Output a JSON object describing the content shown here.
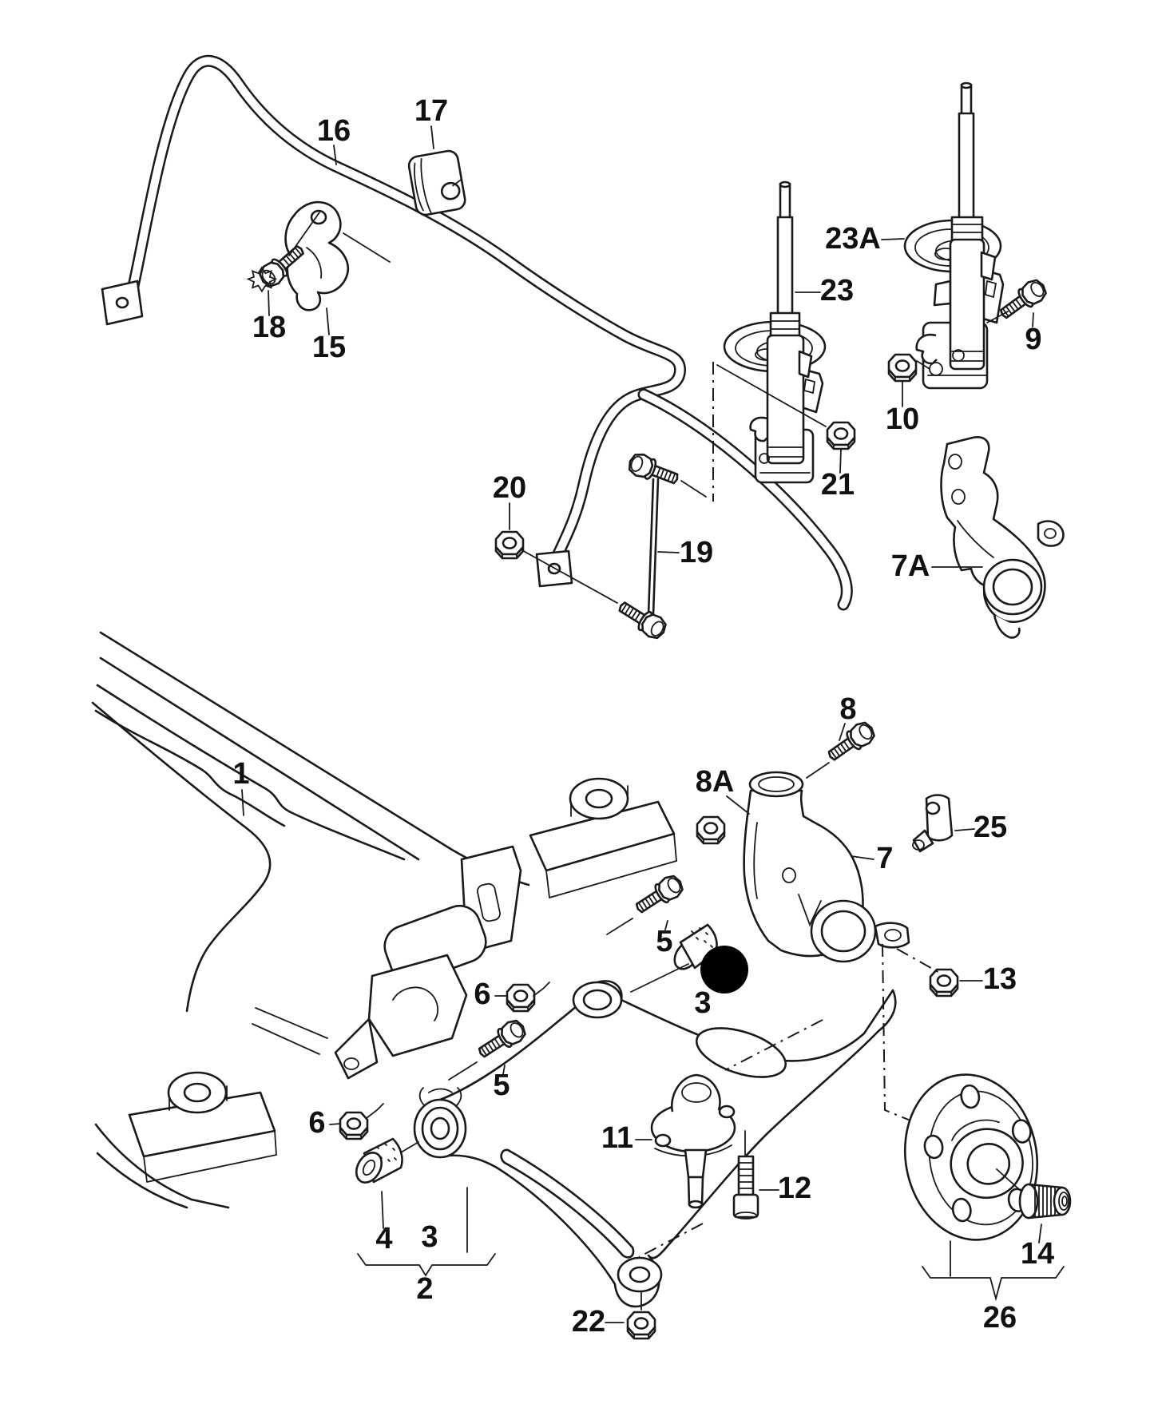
{
  "diagram": {
    "kind": "exploded-parts-line-drawing",
    "subject": "front suspension: anti-roll bar, struts, wheel bearing housing, subframe, control arm, wheel hub",
    "background_color": "#ffffff",
    "line_color": "#1a1a1a",
    "highlight_marker": {
      "marks_part": "3",
      "shape": "filled-circle",
      "color": "#000000"
    }
  },
  "callouts": {
    "c1": {
      "text": "1"
    },
    "c2": {
      "text": "2"
    },
    "c3a": {
      "text": "3"
    },
    "c3b": {
      "text": "3"
    },
    "c4": {
      "text": "4"
    },
    "c5a": {
      "text": "5"
    },
    "c5b": {
      "text": "5"
    },
    "c6a": {
      "text": "6"
    },
    "c6b": {
      "text": "6"
    },
    "c7": {
      "text": "7"
    },
    "c7A": {
      "text": "7A"
    },
    "c8": {
      "text": "8"
    },
    "c8A": {
      "text": "8A"
    },
    "c9": {
      "text": "9"
    },
    "c10": {
      "text": "10"
    },
    "c11": {
      "text": "11"
    },
    "c12": {
      "text": "12"
    },
    "c13": {
      "text": "13"
    },
    "c14": {
      "text": "14"
    },
    "c15": {
      "text": "15"
    },
    "c16": {
      "text": "16"
    },
    "c17": {
      "text": "17"
    },
    "c18": {
      "text": "18"
    },
    "c19": {
      "text": "19"
    },
    "c20": {
      "text": "20"
    },
    "c21": {
      "text": "21"
    },
    "c22": {
      "text": "22"
    },
    "c23": {
      "text": "23"
    },
    "c23A": {
      "text": "23A"
    },
    "c25": {
      "text": "25"
    },
    "c26": {
      "text": "26"
    }
  }
}
